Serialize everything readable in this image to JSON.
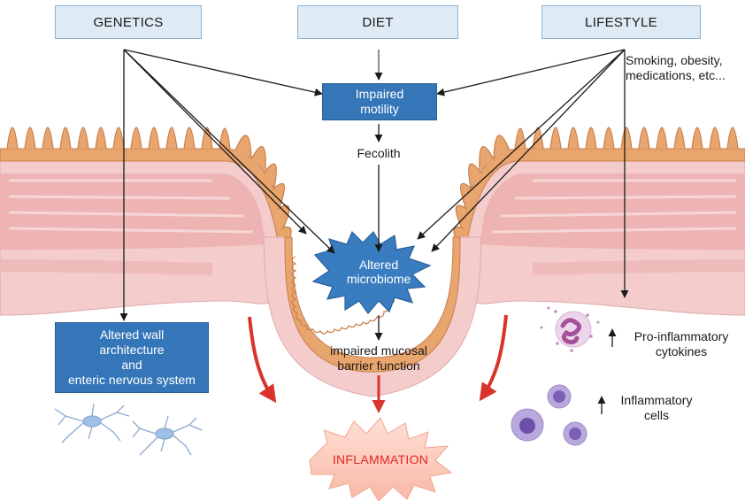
{
  "factors": {
    "genetics": "GENETICS",
    "diet": "DIET",
    "lifestyle": "LIFESTYLE"
  },
  "lifestyle_examples": [
    "Smoking, obesity,",
    "medications, etc..."
  ],
  "impaired_motility": [
    "Impaired",
    "motility"
  ],
  "fecolith": "Fecolith",
  "altered_microbiome": [
    "Altered",
    "microbiome"
  ],
  "impaired_barrier": [
    "impaired mucosal",
    "barrier function"
  ],
  "inflammation": "INFLAMMATION",
  "altered_wall": [
    "Altered wall",
    "architecture",
    "and",
    "enteric nervous system"
  ],
  "pro_inflammatory": [
    "Pro-inflammatory",
    "cytokines"
  ],
  "inflammatory_cells": [
    "Inflammatory",
    "cells"
  ],
  "colors": {
    "header_fill": "#deeaf4",
    "box_fill": "#3576b8",
    "mucosa": "#e8a068",
    "wall": "#f2c4c4",
    "inflammation": "#e3261f",
    "curved_arrows": "#d8342b"
  }
}
